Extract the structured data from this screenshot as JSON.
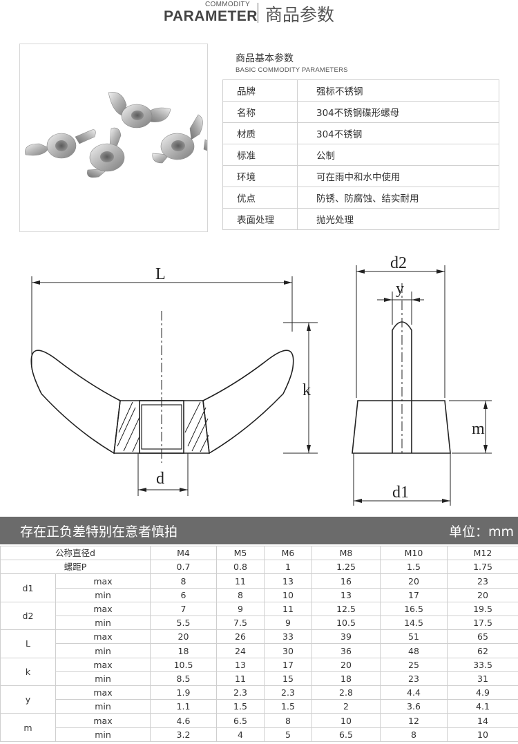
{
  "header": {
    "small": "COMMODITY",
    "big": "PARAMETER",
    "cn": "商品参数"
  },
  "basic": {
    "title": "商品基本参数",
    "subtitle": "BASIC COMMODITY PARAMETERS",
    "rows": [
      {
        "k": "品牌",
        "v": "强标不锈钢"
      },
      {
        "k": "名称",
        "v": "304不锈钢碟形螺母"
      },
      {
        "k": "材质",
        "v": "304不锈钢"
      },
      {
        "k": "标准",
        "v": "公制"
      },
      {
        "k": "环境",
        "v": "可在雨中和水中使用"
      },
      {
        "k": "优点",
        "v": "防锈、防腐蚀、结实耐用"
      },
      {
        "k": "表面处理",
        "v": "抛光处理"
      }
    ]
  },
  "drawing": {
    "L": "L",
    "k": "k",
    "d": "d",
    "d2": "d2",
    "y": "y",
    "m": "m",
    "d1": "d1"
  },
  "bar": {
    "left": "存在正负差特别在意者慎拍",
    "right": "单位：mm"
  },
  "spec": {
    "header_label": "公称直径d",
    "pitch_label": "螺距P",
    "sizes": [
      "M4",
      "M5",
      "M6",
      "M8",
      "M10",
      "M12"
    ],
    "pitch": [
      "0.7",
      "0.8",
      "1",
      "1.25",
      "1.5",
      "1.75"
    ],
    "params": [
      {
        "name": "d1",
        "max": [
          "8",
          "11",
          "13",
          "16",
          "20",
          "23"
        ],
        "min": [
          "6",
          "8",
          "10",
          "13",
          "17",
          "20"
        ]
      },
      {
        "name": "d2",
        "max": [
          "7",
          "9",
          "11",
          "12.5",
          "16.5",
          "19.5"
        ],
        "min": [
          "5.5",
          "7.5",
          "9",
          "10.5",
          "14.5",
          "17.5"
        ]
      },
      {
        "name": "L",
        "max": [
          "20",
          "26",
          "33",
          "39",
          "51",
          "65"
        ],
        "min": [
          "18",
          "24",
          "30",
          "36",
          "48",
          "62"
        ]
      },
      {
        "name": "k",
        "max": [
          "10.5",
          "13",
          "17",
          "20",
          "25",
          "33.5"
        ],
        "min": [
          "8.5",
          "11",
          "15",
          "18",
          "23",
          "31"
        ]
      },
      {
        "name": "y",
        "max": [
          "1.9",
          "2.3",
          "2.3",
          "2.8",
          "4.4",
          "4.9"
        ],
        "min": [
          "1.1",
          "1.5",
          "1.5",
          "2",
          "3.6",
          "4.1"
        ]
      },
      {
        "name": "m",
        "max": [
          "4.6",
          "6.5",
          "8",
          "10",
          "12",
          "14"
        ],
        "min": [
          "3.2",
          "4",
          "5",
          "6.5",
          "8",
          "10"
        ]
      }
    ],
    "max_label": "max",
    "min_label": "min"
  }
}
